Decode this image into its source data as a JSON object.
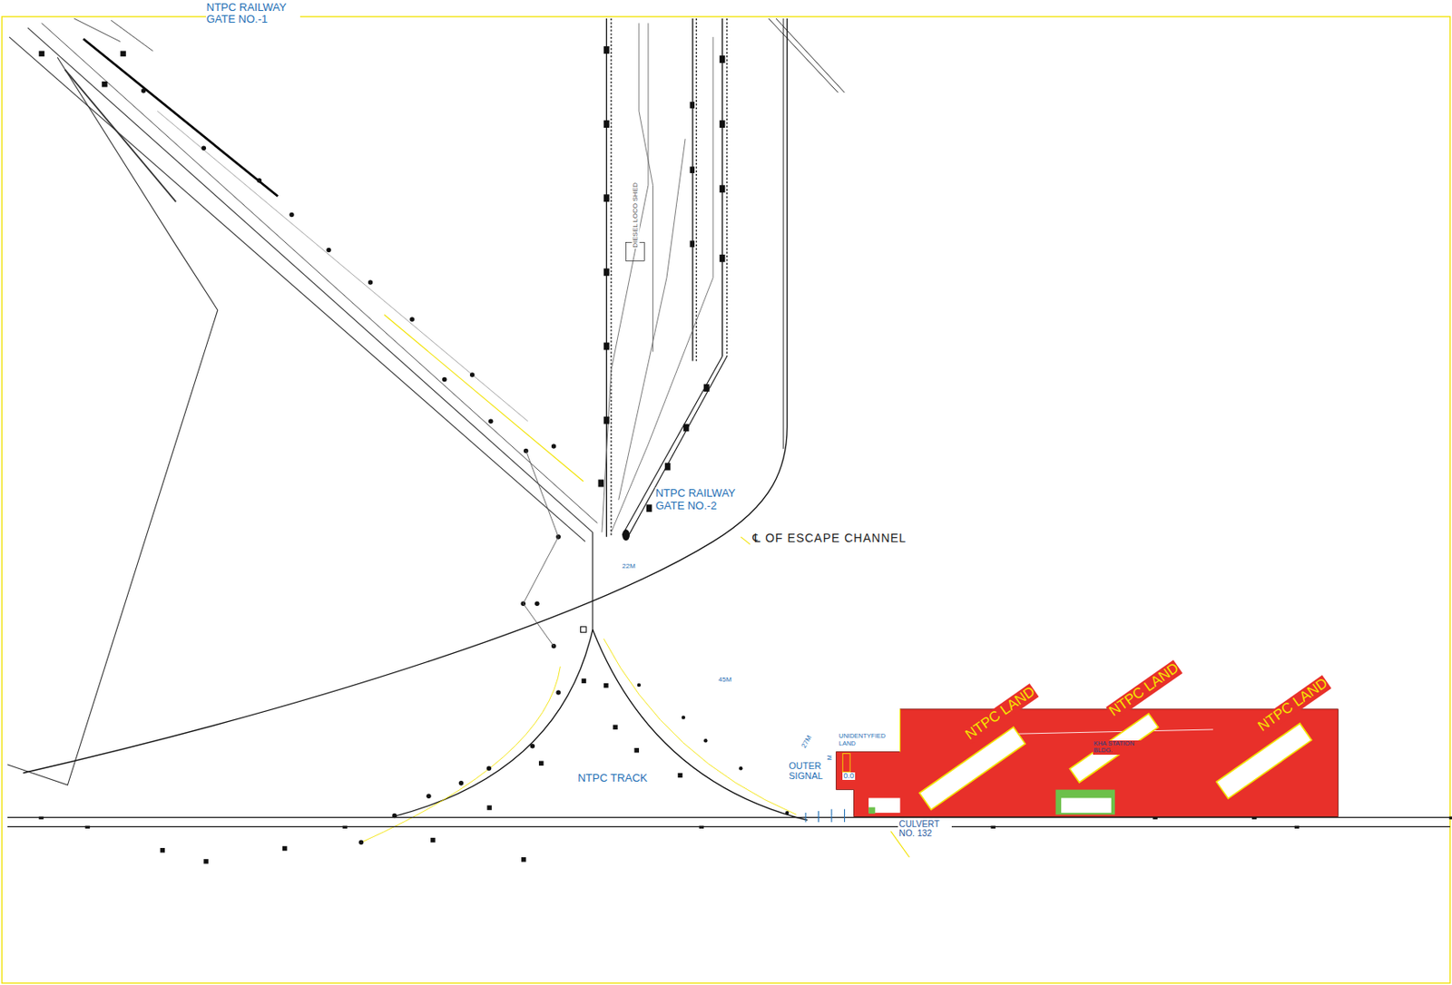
{
  "diagram": {
    "labels": [
      "NTPC RAILWAY GATE NO.-1",
      "DIESEL LOCO SHED",
      "NTPC RAILWAY GATE NO.-2",
      "℄ OF ESCAPE CHANNEL",
      "22M",
      "45M",
      "NTPC LAND",
      "NTPC LAND",
      "NTPC LAND",
      "27M",
      "UNIDENTYFIED LAND",
      "11M",
      "KHA STATION BLDG.",
      "OUTER SIGNAL",
      "0.0",
      "NTPC TRACK",
      "CULVERT NO. 132"
    ]
  }
}
